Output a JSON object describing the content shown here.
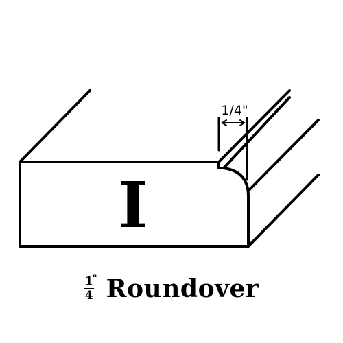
{
  "diagram": {
    "profile_letter": "I",
    "dimension_label": "1/4\"",
    "caption": {
      "fraction_numerator": "1",
      "inch_mark": "\"",
      "fraction_denominator": "4",
      "title": "Roundover"
    },
    "colors": {
      "ink": "#000000",
      "background": "#ffffff"
    }
  }
}
